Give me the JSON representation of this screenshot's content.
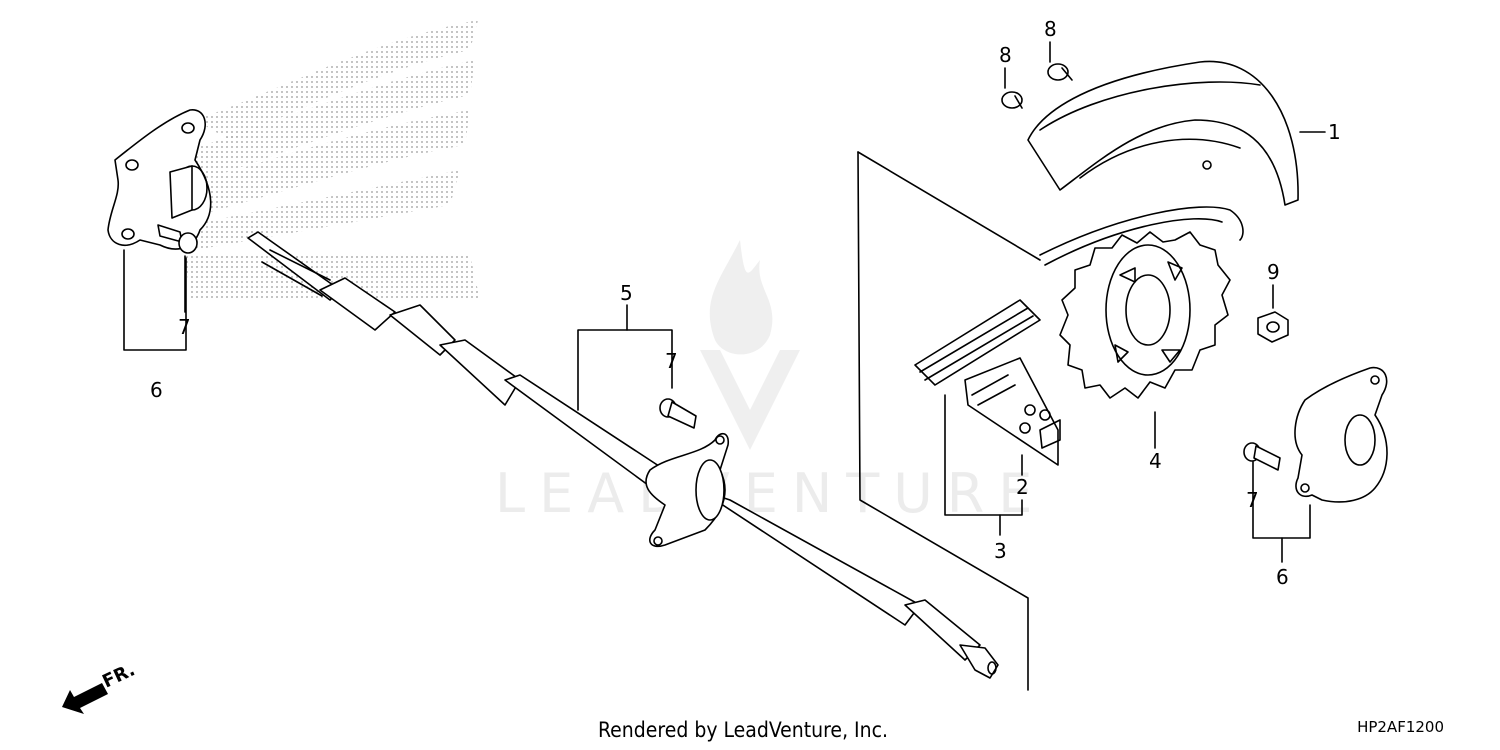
{
  "callouts": {
    "c1": "1",
    "c2": "2",
    "c3": "3",
    "c4": "4",
    "c5": "5",
    "c6a": "6",
    "c6b": "6",
    "c7a": "7",
    "c7b": "7",
    "c7c": "7",
    "c8a": "8",
    "c8b": "8",
    "c9": "9"
  },
  "direction_label": "FR.",
  "watermark": "LEADVENTURE",
  "footer": {
    "credit": "Rendered by LeadVenture, Inc.",
    "diagram_code": "HP2AF1200"
  },
  "colors": {
    "line": "#000000",
    "watermark": "#e6e6e6"
  }
}
